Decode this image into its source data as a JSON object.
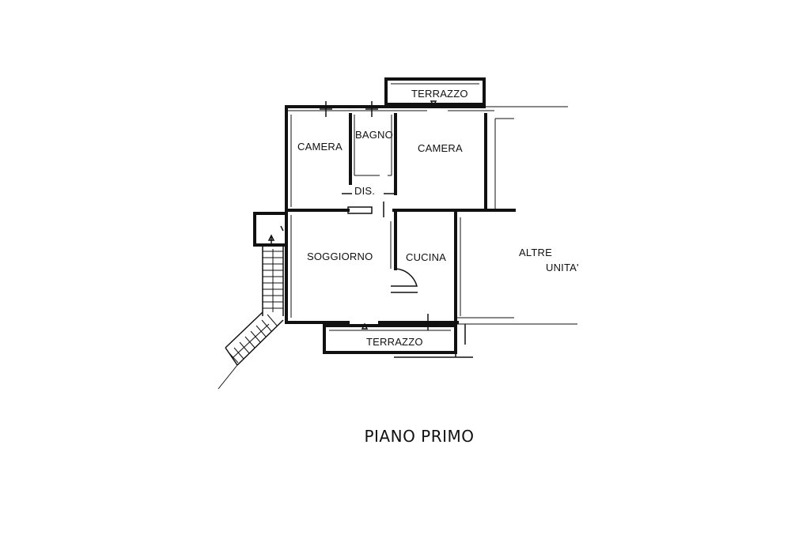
{
  "floor_plan": {
    "caption": "PIANO PRIMO",
    "rooms": {
      "camera_left": "CAMERA",
      "bagno": "BAGNO",
      "camera_right": "CAMERA",
      "disimpegno": "DIS.",
      "soggiorno": "SOGGIORNO",
      "cucina": "CUCINA",
      "terrazzo_top": "TERRAZZO",
      "terrazzo_bottom": "TERRAZZO",
      "altre_unita_line1": "ALTRE",
      "altre_unita_line2": "UNITA'"
    }
  }
}
